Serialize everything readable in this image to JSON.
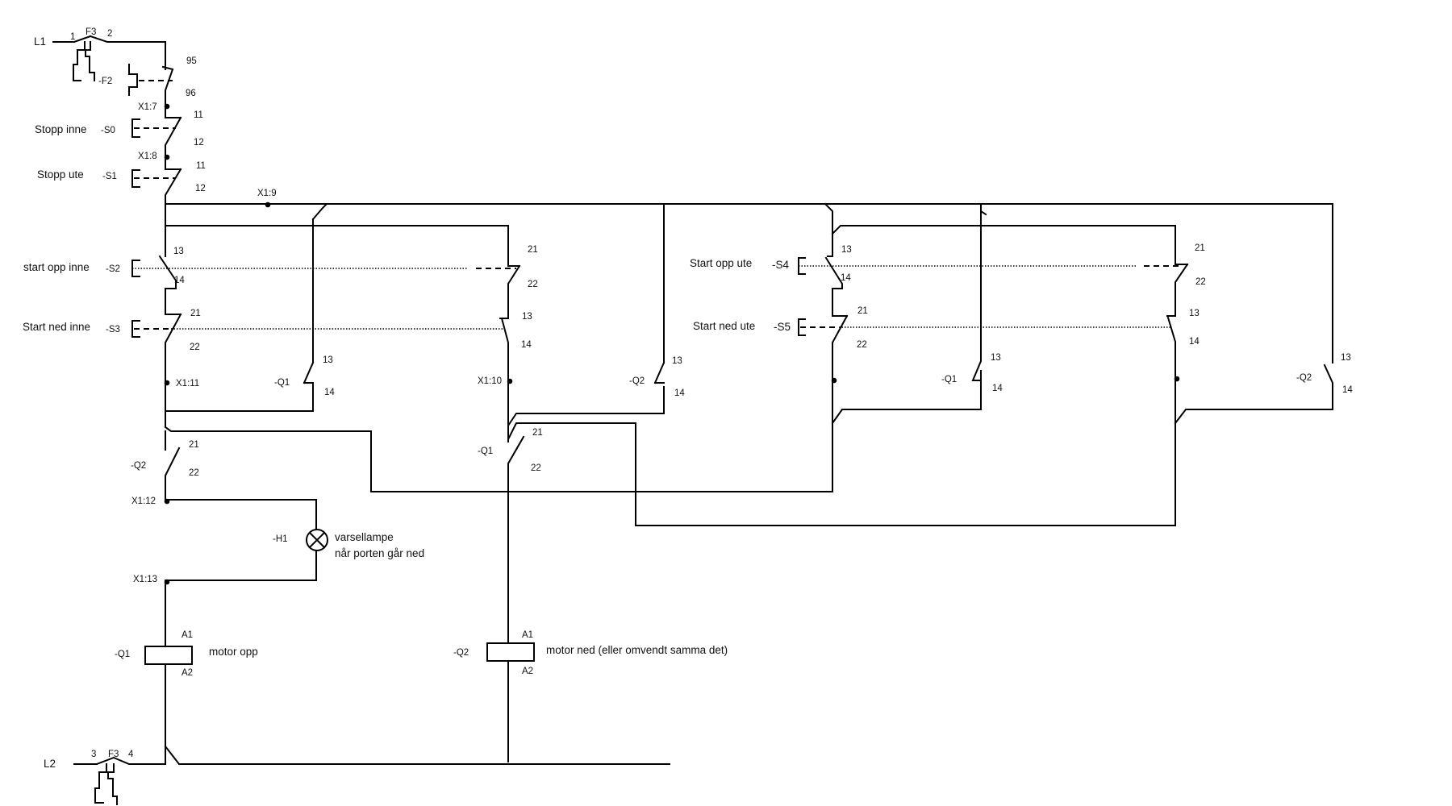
{
  "supply": {
    "l1": "L1",
    "l2": "L2",
    "f3": "F3",
    "f2": "-F2",
    "f3_top_1": "1",
    "f3_top_2": "2",
    "f3_bot_3": "3",
    "f3_bot_4": "4"
  },
  "terminals": {
    "x1_7": "X1:7",
    "x1_8": "X1:8",
    "x1_9": "X1:9",
    "x1_10": "X1:10",
    "x1_11": "X1:11",
    "x1_12": "X1:12",
    "x1_13": "X1:13"
  },
  "contact_numbers": {
    "n95": "95",
    "n96": "96",
    "n11": "11",
    "n12": "12",
    "n13": "13",
    "n14": "14",
    "n21": "21",
    "n22": "22",
    "a1": "A1",
    "a2": "A2"
  },
  "devices": {
    "s0": "-S0",
    "s1": "-S1",
    "s2": "-S2",
    "s3": "-S3",
    "s4": "-S4",
    "s5": "-S5",
    "q1": "-Q1",
    "q2": "-Q2",
    "h1": "-H1"
  },
  "labels": {
    "stopp_inne": "Stopp inne",
    "stopp_ute": "Stopp ute",
    "start_opp_inne": "start opp inne",
    "start_ned_inne": "Start ned inne",
    "start_opp_ute": "Start opp ute",
    "start_ned_ute": "Start ned ute",
    "lamp_line1": "varsellampe",
    "lamp_line2": "når porten går ned",
    "motor_opp": "motor opp",
    "motor_ned": "motor ned (eller omvendt samma det)"
  }
}
